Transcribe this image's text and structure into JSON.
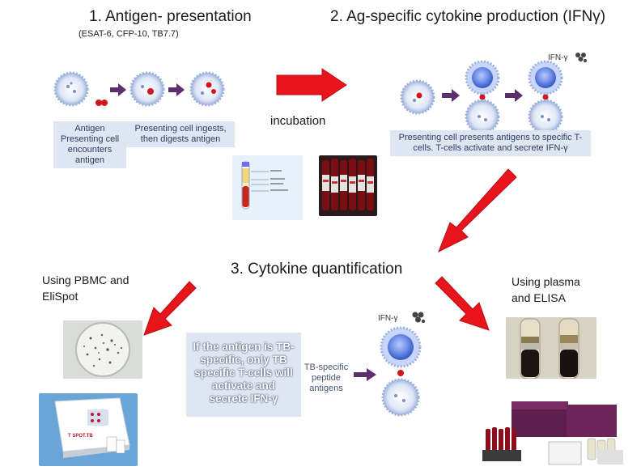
{
  "step1": {
    "title": "1. Antigen- presentation",
    "antigens": "(ESAT-6, CFP-10, TB7.7)",
    "caption_left": "Antigen Presenting cell encounters antigen",
    "caption_right": "Presenting cell ingests, then digests antigen"
  },
  "step2": {
    "title": "2. Ag-specific cytokine production (IFNγ)",
    "ifn_label": "IFN-γ",
    "caption": "Presenting cell presents antigens to specific T-cells. T-cells  activate and secrete IFN-γ"
  },
  "incubation": "incubation",
  "step3": {
    "title": "3. Cytokine quantification",
    "left_label": "Using PBMC and EliSpot",
    "right_label": "Using plasma and ELISA",
    "tb_box": "If the antigen is TB-specific, only TB specific T-cells will activate and secrete IFN-γ",
    "peptide": "TB-specific peptide antigens",
    "ifn_label": "IFN-γ"
  },
  "kit_label": "T SPOT.TB",
  "colors": {
    "arrow_red": "#e8141c",
    "arrow_purple": "#5b2f6b",
    "cell_blue": "#6f8fe6",
    "caption_bg": "#dfe6f3"
  }
}
